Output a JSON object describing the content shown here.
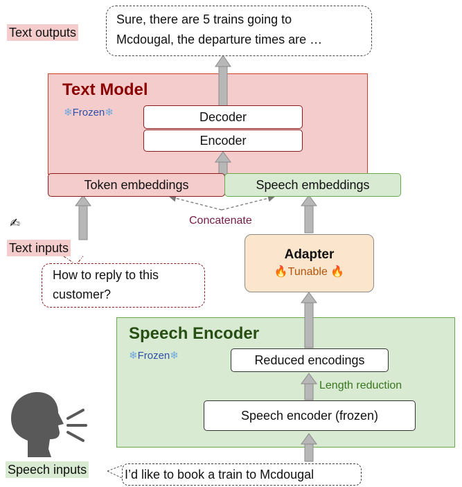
{
  "output": {
    "label": "Text outputs",
    "line1": "Sure, there are 5 trains going to",
    "line2": "Mcdougal, the departure times are …"
  },
  "text_model": {
    "title": "Text Model",
    "frozen": "Frozen",
    "decoder": "Decoder",
    "encoder": "Encoder",
    "token_embeddings": "Token embeddings",
    "speech_embeddings": "Speech embeddings"
  },
  "concatenate": "Concatenate",
  "text_input": {
    "pen_glyph": "✍",
    "label": "Text inputs",
    "line1": "How to reply to this",
    "line2": "customer?"
  },
  "adapter": {
    "title": "Adapter",
    "tunable": "Tunable",
    "fire": "🔥"
  },
  "speech_encoder": {
    "title": "Speech Encoder",
    "frozen": "Frozen",
    "reduced": "Reduced encodings",
    "length_reduction": "Length reduction",
    "encoder_frozen": "Speech encoder (frozen)"
  },
  "speech_input": {
    "label": "Speech inputs",
    "text": "I’d like to book a train to Mcdougal"
  },
  "icons": {
    "snowflake": "❄"
  },
  "colors": {
    "text_model_bg": "#f4cccc",
    "speech_bg": "#d9ead3",
    "adapter_bg": "#fce5cd",
    "dark_red": "#8b0000",
    "dark_green": "#274e13",
    "arrow_gray": "#b7b7b7"
  }
}
